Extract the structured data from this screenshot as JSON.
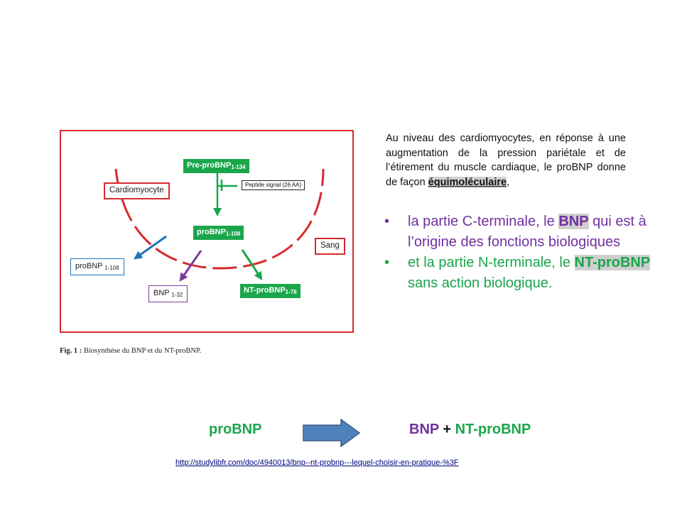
{
  "diagram": {
    "nodes": {
      "pre_probnp": {
        "name": "Pre-proBNP",
        "sub": "1-134"
      },
      "peptide_signal": "Peptide signal (26 AA)",
      "cardiomyocyte": "Cardiomyocyte",
      "probnp_108": {
        "name": "proBNP",
        "sub": "1-108"
      },
      "probnp_108_blood": {
        "name": "proBNP ",
        "sub": "1-108"
      },
      "sang": "Sang",
      "bnp_32": {
        "name": "BNP ",
        "sub": "1-32"
      },
      "nt_probnp_78": {
        "name": "NT-proBNP",
        "sub": "1-78"
      }
    },
    "colors": {
      "cell": "#d72a2e",
      "green": "#1aa64b",
      "blue": "#1e73b8",
      "purple": "#7b3a9a"
    }
  },
  "caption": {
    "fig": "Fig. 1 :",
    "text": " Biosynthèse du BNP et du NT-proBNP."
  },
  "paragraph": {
    "text": "Au niveau des cardiomyocytes, en réponse à une augmentation de la pression pariétale et de l’étirement du muscle cardiaque, le proBNP donne de façon ",
    "highlight": "équimoléculaire",
    "end": ","
  },
  "bullets": [
    {
      "dot": "•",
      "pre": "la partie C-terminale, le ",
      "highlight": "BNP",
      "post": " qui est à l’origine des fonctions biologiques"
    },
    {
      "dot": "•",
      "pre": "et la partie N-terminale, le ",
      "highlight": "NT-proBNP",
      "post": " sans action biologique."
    }
  ],
  "equation": {
    "left": "proBNP",
    "right_a": "BNP",
    "plus": " + ",
    "right_b": "NT-proBNP"
  },
  "link": "http://studylibfr.com/doc/4940013/bnp--nt-probnp---lequel-choisir-en-pratique-%3F"
}
